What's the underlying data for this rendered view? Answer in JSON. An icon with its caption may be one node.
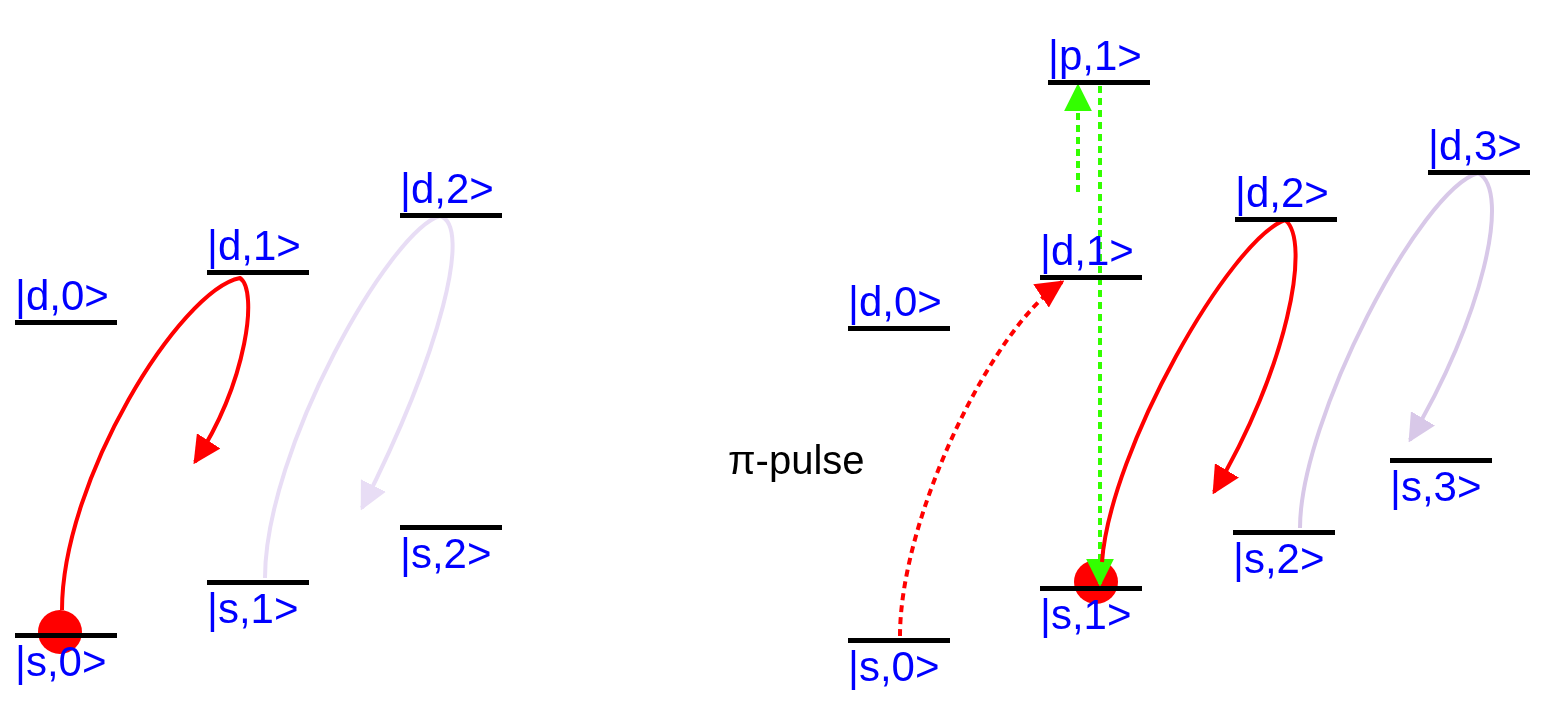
{
  "diagram": {
    "nodes": [
      {
        "text": [
          "|d,0>"
        ]
      },
      {
        "text": [
          "|d,1>"
        ]
      },
      {
        "text": [
          "|d,2>"
        ]
      },
      {
        "text": [
          "|s,0>"
        ]
      },
      {
        "text": [
          "|s,1>"
        ]
      },
      {
        "text": [
          "|s,2>"
        ]
      },
      {
        "text": [
          "|p,1>"
        ]
      },
      {
        "text": [
          "|d,3>"
        ]
      },
      {
        "text": [
          "|d,2>"
        ]
      },
      {
        "text": [
          "|d,1>"
        ]
      },
      {
        "text": [
          "|d,0>"
        ]
      },
      {
        "text": [
          "|s,3>"
        ]
      },
      {
        "text": [
          "|s,2>"
        ]
      },
      {
        "text": [
          "|s,1>"
        ]
      },
      {
        "text": [
          "|s,0>"
        ]
      }
    ],
    "edges": [
      {
        "from": 3,
        "to": null,
        "arrow": "to"
      },
      {
        "from": 4,
        "to": 5,
        "arrow": "to",
        "color": "#e8ddf5"
      },
      {
        "from": 14,
        "to": 9,
        "arrow": "to",
        "label": "π-pulse",
        "style": "dashed"
      },
      {
        "from": null,
        "to": 6,
        "arrow": "to",
        "style": "dashed",
        "color": "#33ff00"
      },
      {
        "from": 6,
        "to": 13,
        "arrow": "to",
        "style": "dashed",
        "color": "#33ff00"
      },
      {
        "from": 13,
        "to": 12,
        "arrow": "to"
      },
      {
        "from": 12,
        "to": 11,
        "arrow": "to",
        "color": "#d8c8e8"
      }
    ]
  }
}
